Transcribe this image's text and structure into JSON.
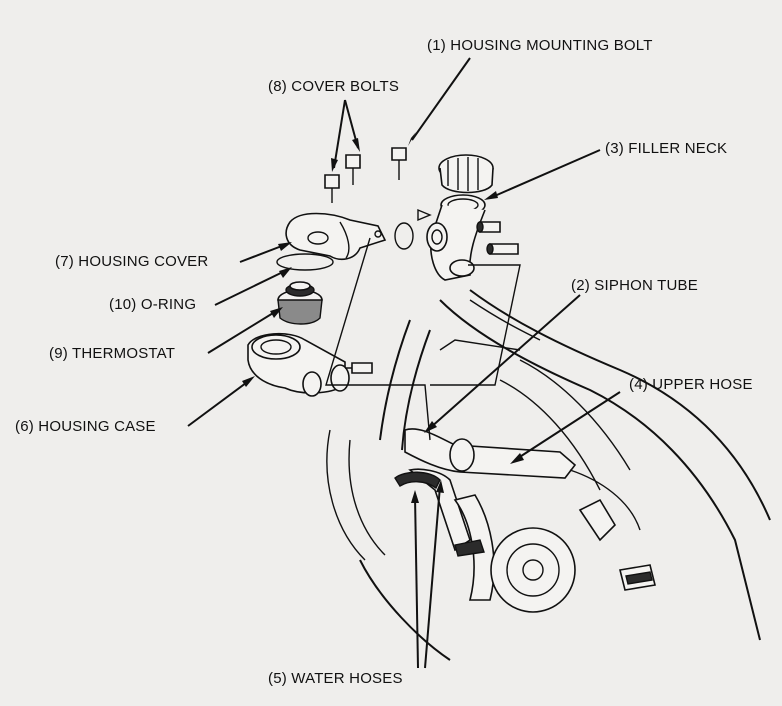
{
  "callouts": {
    "housing_mounting_bolt": "(1) HOUSING MOUNTING BOLT",
    "siphon_tube": "(2) SIPHON TUBE",
    "filler_neck": "(3) FILLER NECK",
    "upper_hose": "(4) UPPER HOSE",
    "water_hoses": "(5) WATER HOSES",
    "housing_case": "(6) HOUSING CASE",
    "housing_cover": "(7) HOUSING COVER",
    "cover_bolts": "(8) COVER BOLTS",
    "thermostat": "(9) THERMOSTAT",
    "o_ring": "(10) O-RING"
  }
}
